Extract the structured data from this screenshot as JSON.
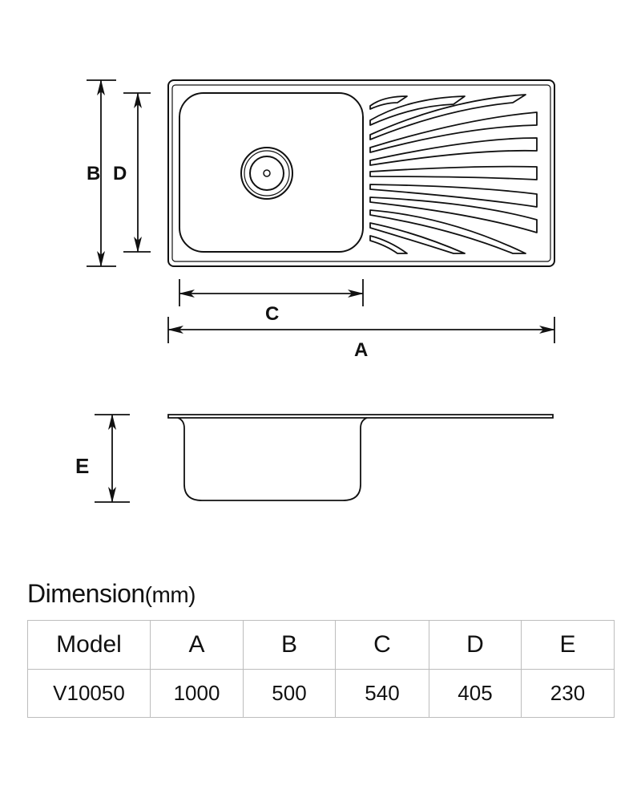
{
  "diagram": {
    "labels": {
      "a": "A",
      "b": "B",
      "c": "C",
      "d": "D",
      "e": "E"
    }
  },
  "title": {
    "text": "Dimension",
    "unit": "(mm)"
  },
  "table": {
    "headers": [
      "Model",
      "A",
      "B",
      "C",
      "D",
      "E"
    ],
    "rows": [
      [
        "V10050",
        "1000",
        "500",
        "540",
        "405",
        "230"
      ]
    ]
  }
}
